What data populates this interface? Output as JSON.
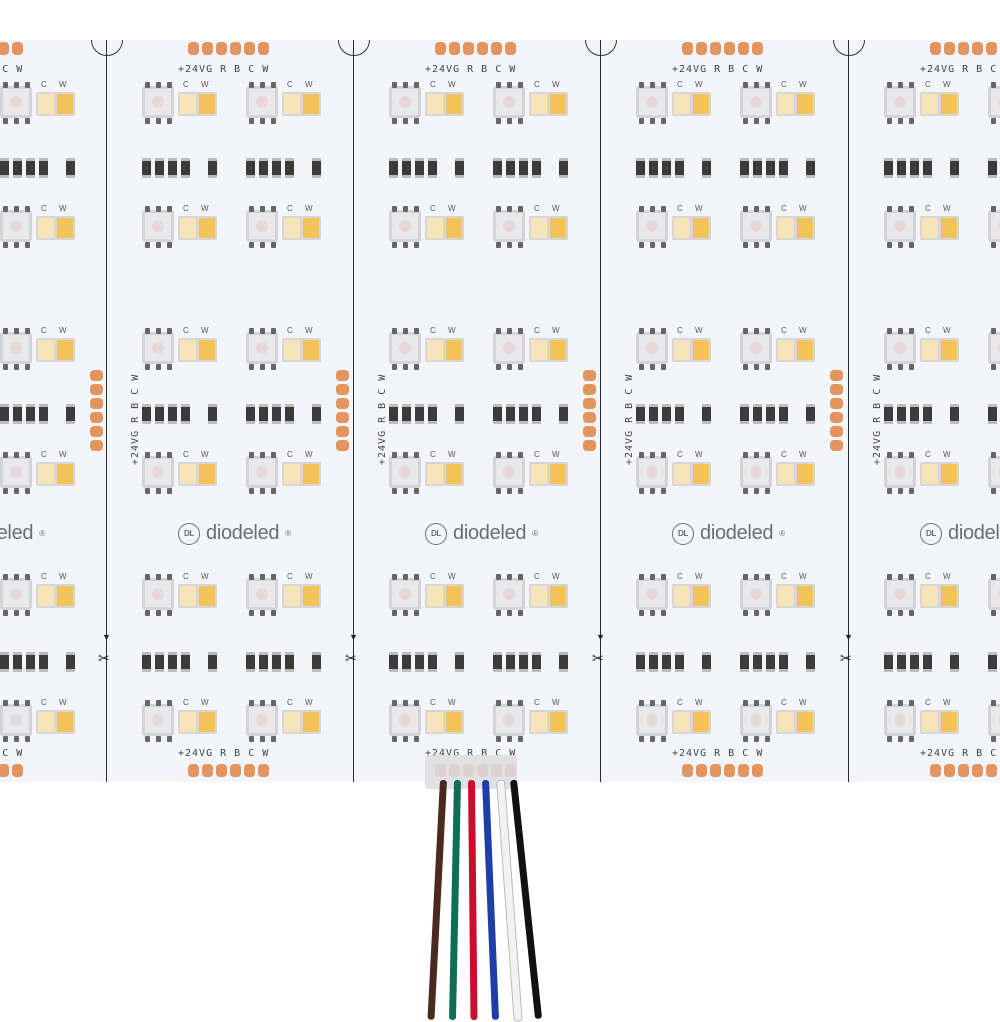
{
  "brand": {
    "logo_text": "diodeled",
    "logo_mark": "DL",
    "registered": "®"
  },
  "pad_label": "+24VG  R  B  C  W",
  "pad_label_vertical": "+24VG  R  B  C  W",
  "led_labels": {
    "cool": "C",
    "warm": "W"
  },
  "colors": {
    "board": "#f4f5fa",
    "pad_copper": "#e2955e",
    "cutline": "#2b2b2b",
    "warm_led": "#f4c25a",
    "cool_led": "#f7e4b8"
  },
  "wires": [
    "brown",
    "green",
    "red",
    "blue",
    "white",
    "black"
  ],
  "wire_colors": [
    "#4a2a1f",
    "#0f6e57",
    "#c8102e",
    "#1e3ea8",
    "#f2f2f2",
    "#111111"
  ],
  "icons": [
    "scissors-icon",
    "cut-arrow-icon"
  ]
}
